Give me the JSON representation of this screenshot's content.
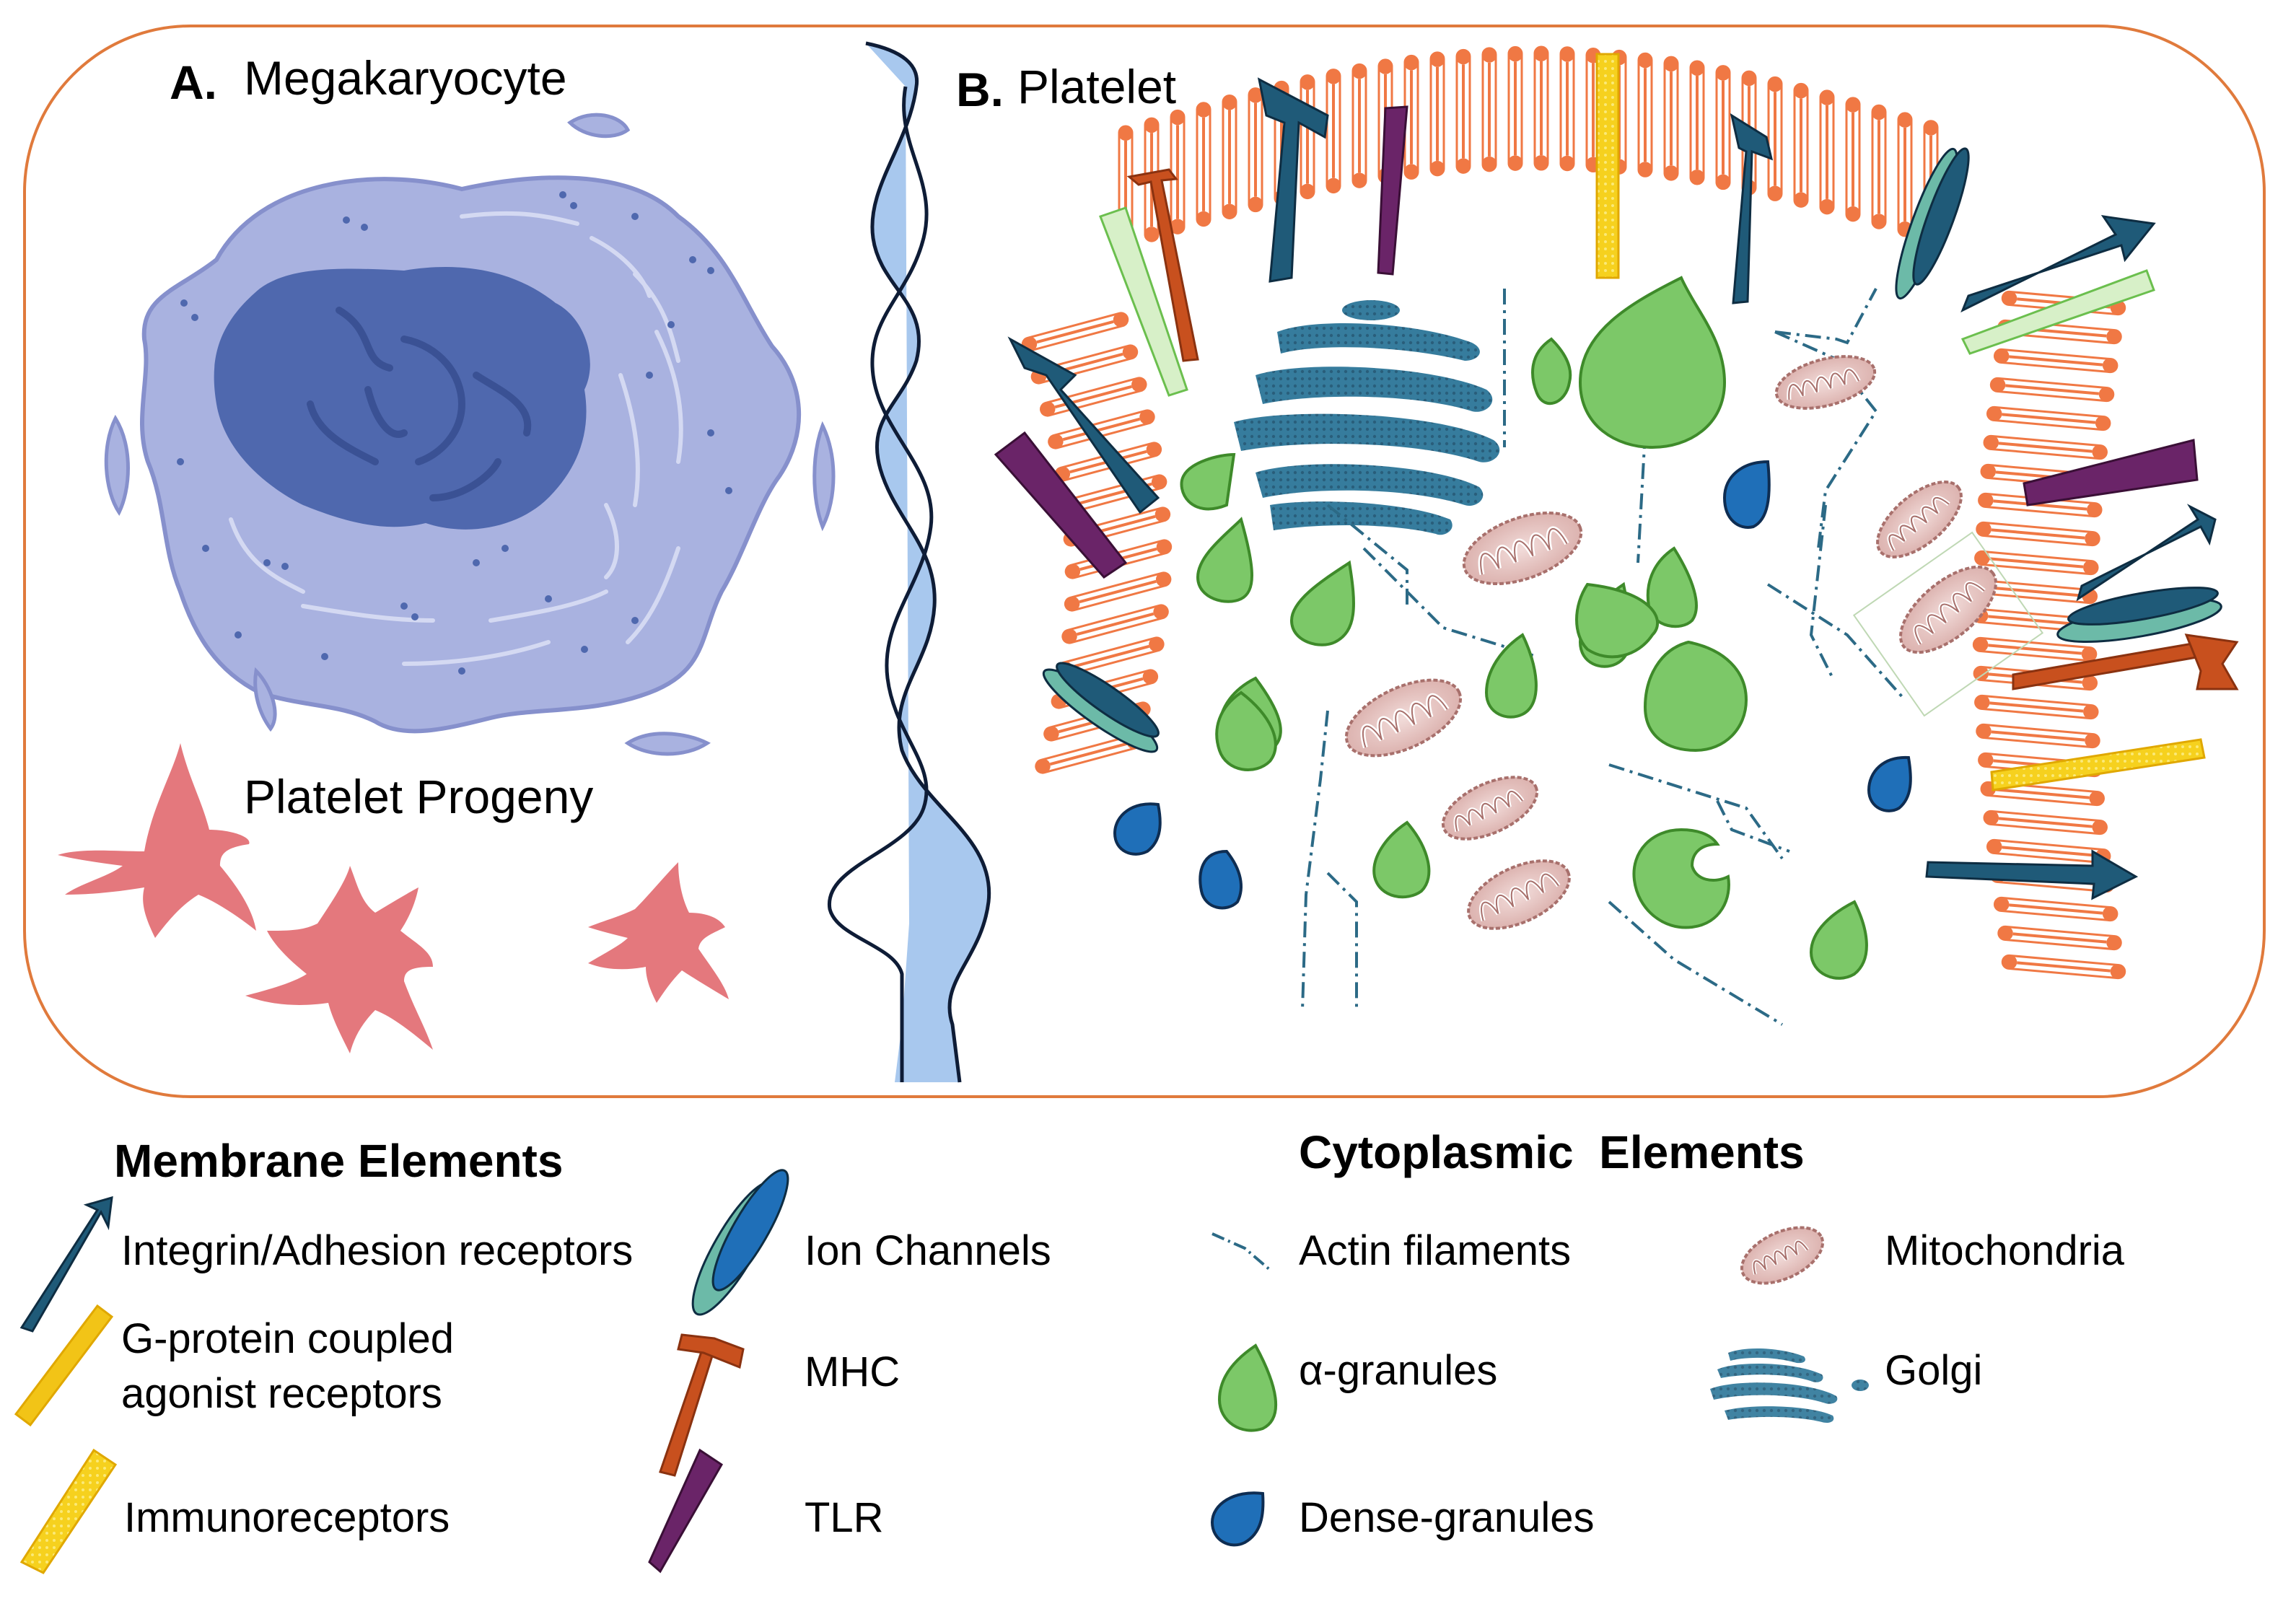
{
  "panel_a": {
    "letter": "A.",
    "title": "Megakaryocyte",
    "progeny_label": "Platelet Progeny"
  },
  "panel_b": {
    "letter": "B.",
    "title": "Platelet"
  },
  "legend": {
    "membrane_title": "Membrane Elements",
    "cytoplasmic_title": "Cytoplasmic  Elements",
    "membrane_items": [
      {
        "label": "Integrin/Adhesion receptors",
        "icon": "integrin-icon"
      },
      {
        "label": "G-protein coupled",
        "label2": "agonist receptors",
        "icon": "gpcr-icon"
      },
      {
        "label": "Immunoreceptors",
        "icon": "immunoreceptor-icon"
      },
      {
        "label": "Ion Channels",
        "icon": "ion-channel-icon"
      },
      {
        "label": "MHC",
        "icon": "mhc-icon"
      },
      {
        "label": "TLR",
        "icon": "tlr-icon"
      }
    ],
    "cytoplasmic_items": [
      {
        "label": "Actin filaments",
        "icon": "actin-icon"
      },
      {
        "label": "α-granules",
        "icon": "alpha-granule-icon"
      },
      {
        "label": "Dense-granules",
        "icon": "dense-granule-icon"
      },
      {
        "label": "Mitochondria",
        "icon": "mitochondria-icon"
      },
      {
        "label": "Golgi",
        "icon": "golgi-icon"
      }
    ]
  },
  "colors": {
    "frame": "#E07A3C",
    "cytoplasm": "#A9B2E0",
    "nucleus": "#4F68AE",
    "progeny": "#E4787D",
    "membrane": "#F07844",
    "integrin": "#1F5A78",
    "gpcr": "#F2C417",
    "tlr": "#6A2468",
    "mhc": "#C8501E",
    "alpha_granule": "#7CC868",
    "dense_granule": "#1F6FB8",
    "mitochondria": "#C79A96",
    "golgi": "#236582"
  }
}
